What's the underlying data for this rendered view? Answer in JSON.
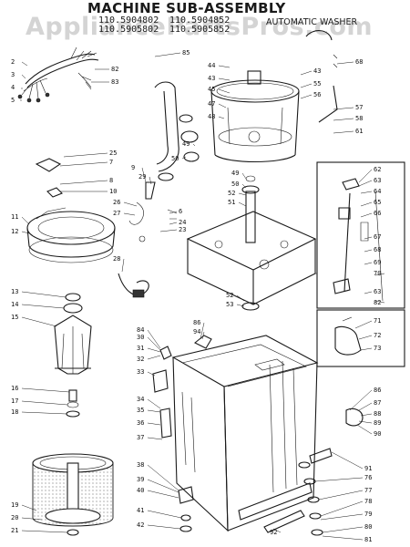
{
  "header": {
    "title": "MACHINE SUB-ASSEMBLY",
    "model_numbers": [
      "110.5904802",
      "110.5904852",
      "110.5905802",
      "110.5905852"
    ],
    "subtitle": "AUTOMATIC WASHER",
    "watermark": "AppliancePartsPros.com"
  },
  "callouts": {
    "wire_harness": [
      "2",
      "3",
      "4",
      "5",
      "82",
      "83"
    ],
    "tub_top": [
      "85",
      "44",
      "43",
      "45",
      "47",
      "48",
      "49",
      "50"
    ],
    "tub_right": [
      "43",
      "55",
      "56",
      "57",
      "58",
      "61",
      "68"
    ],
    "left_column_upper": [
      "25",
      "7",
      "8",
      "10",
      "11",
      "12",
      "26",
      "27",
      "28",
      "29",
      "9",
      "6",
      "24",
      "23"
    ],
    "center_stack": [
      "49",
      "50",
      "52",
      "51",
      "52",
      "53"
    ],
    "right_inset_upper": [
      "62",
      "63",
      "64",
      "65",
      "66",
      "67",
      "68",
      "69",
      "70",
      "63",
      "82"
    ],
    "right_inset_lower": [
      "71",
      "72",
      "73"
    ],
    "agitator_stack": [
      "13",
      "14",
      "15",
      "16",
      "17",
      "18",
      "19",
      "20",
      "21"
    ],
    "cabinet_left": [
      "84",
      "30",
      "31",
      "32",
      "33",
      "34",
      "35",
      "36",
      "37",
      "38",
      "39",
      "40",
      "41",
      "42"
    ],
    "cabinet_top": [
      "86",
      "94"
    ],
    "cabinet_right": [
      "86",
      "87",
      "88",
      "89",
      "90",
      "91",
      "76",
      "77",
      "78",
      "79",
      "80",
      "81",
      "92"
    ]
  }
}
